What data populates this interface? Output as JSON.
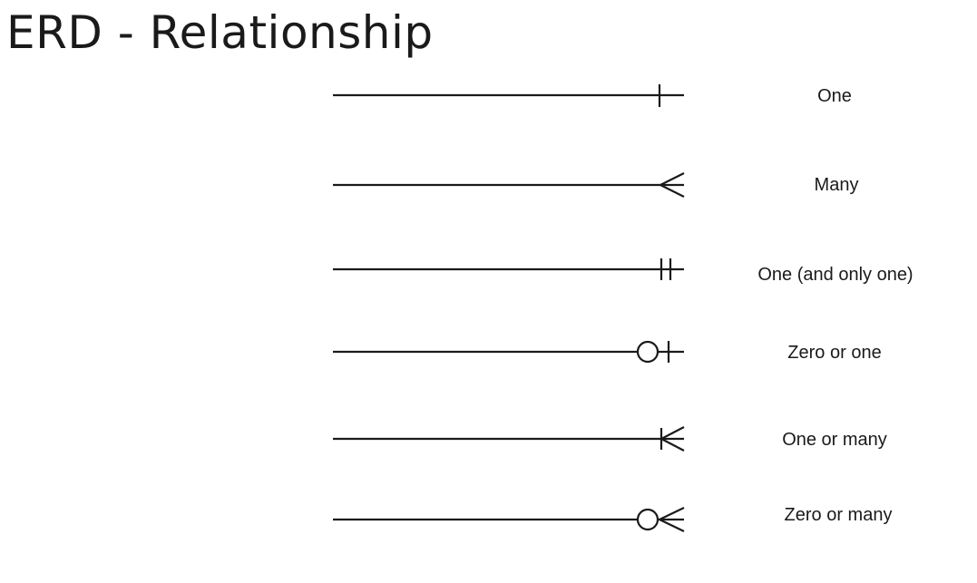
{
  "title": "ERD - Relationship",
  "relationships": [
    {
      "label": "One",
      "notation": "one"
    },
    {
      "label": "Many",
      "notation": "many"
    },
    {
      "label": "One (and only one)",
      "notation": "one-and-only-one"
    },
    {
      "label": "Zero or one",
      "notation": "zero-or-one"
    },
    {
      "label": "One or many",
      "notation": "one-or-many"
    },
    {
      "label": "Zero or many",
      "notation": "zero-or-many"
    }
  ]
}
